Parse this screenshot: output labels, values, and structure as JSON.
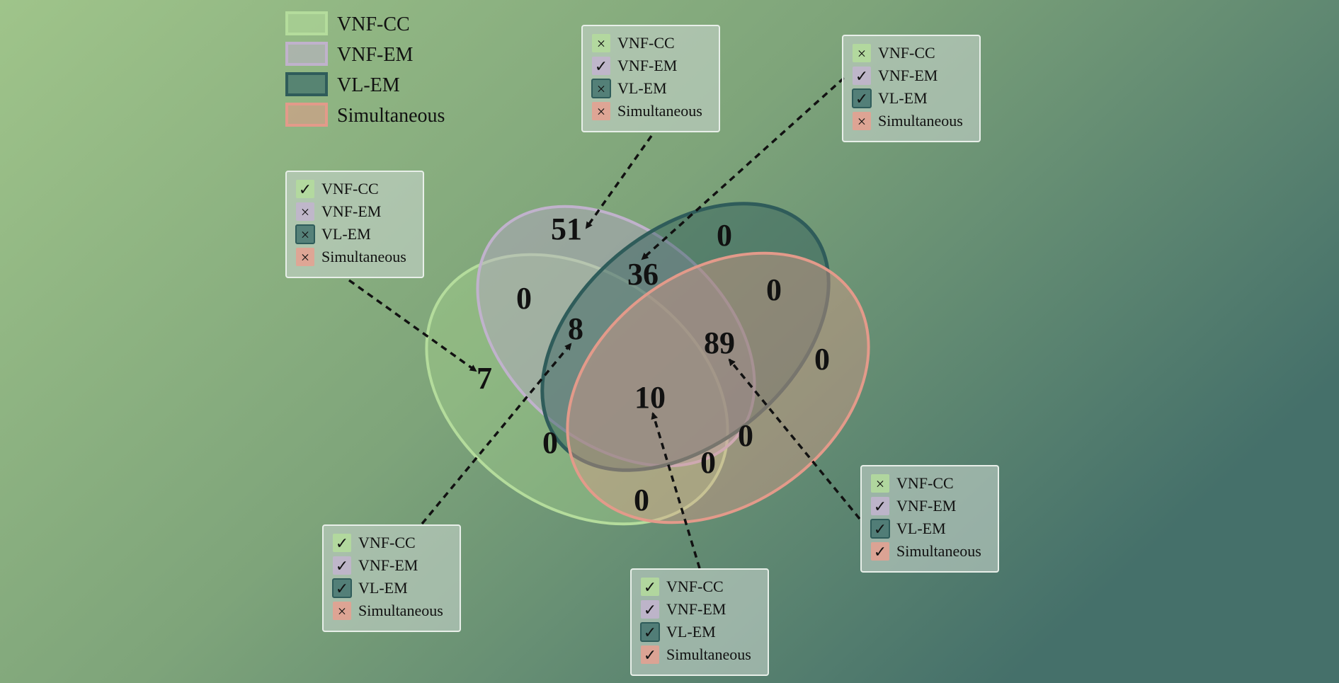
{
  "colors": {
    "bg_start": "#9fc48a",
    "bg_mid": "#7ea47a",
    "bg_end": "#45706a",
    "vnf_cc": "#a8d58f",
    "vnf_em": "#b8a8c8",
    "vl_em": "#2f5c5a",
    "simultaneous": "#e39a8a",
    "box_fill": "#b3c4bb",
    "box_border": "#e8efe9"
  },
  "legend": [
    {
      "key": "vnf_cc",
      "label": "VNF-CC"
    },
    {
      "key": "vnf_em",
      "label": "VNF-EM"
    },
    {
      "key": "vl_em",
      "label": "VL-EM"
    },
    {
      "key": "simultaneous",
      "label": "Simultaneous"
    }
  ],
  "regions": [
    {
      "id": "em-only",
      "value": "51"
    },
    {
      "id": "em-vl",
      "value": "36"
    },
    {
      "id": "vl-only",
      "value": "0"
    },
    {
      "id": "cc-em",
      "value": "0"
    },
    {
      "id": "vl-sim",
      "value": "0"
    },
    {
      "id": "cc-em-vl",
      "value": "8"
    },
    {
      "id": "em-vl-sim",
      "value": "89"
    },
    {
      "id": "sim-only",
      "value": "0"
    },
    {
      "id": "cc-only",
      "value": "7"
    },
    {
      "id": "all-four",
      "value": "10"
    },
    {
      "id": "cc-vl",
      "value": "0"
    },
    {
      "id": "em-sim",
      "value": "0"
    },
    {
      "id": "cc-em-sim",
      "value": "0"
    },
    {
      "id": "cc-sim",
      "value": "0"
    }
  ],
  "callouts": [
    {
      "id": "top-center",
      "rows": [
        {
          "label": "VNF-CC",
          "mark": "×",
          "key": "vnf_cc"
        },
        {
          "label": "VNF-EM",
          "mark": "✓",
          "key": "vnf_em"
        },
        {
          "label": "VL-EM",
          "mark": "×",
          "key": "vl_em"
        },
        {
          "label": "Simultaneous",
          "mark": "×",
          "key": "simultaneous"
        }
      ]
    },
    {
      "id": "top-right",
      "rows": [
        {
          "label": "VNF-CC",
          "mark": "×",
          "key": "vnf_cc"
        },
        {
          "label": "VNF-EM",
          "mark": "✓",
          "key": "vnf_em"
        },
        {
          "label": "VL-EM",
          "mark": "✓",
          "key": "vl_em"
        },
        {
          "label": "Simultaneous",
          "mark": "×",
          "key": "simultaneous"
        }
      ]
    },
    {
      "id": "left",
      "rows": [
        {
          "label": "VNF-CC",
          "mark": "✓",
          "key": "vnf_cc"
        },
        {
          "label": "VNF-EM",
          "mark": "×",
          "key": "vnf_em"
        },
        {
          "label": "VL-EM",
          "mark": "×",
          "key": "vl_em"
        },
        {
          "label": "Simultaneous",
          "mark": "×",
          "key": "simultaneous"
        }
      ]
    },
    {
      "id": "bottom-left",
      "rows": [
        {
          "label": "VNF-CC",
          "mark": "✓",
          "key": "vnf_cc"
        },
        {
          "label": "VNF-EM",
          "mark": "✓",
          "key": "vnf_em"
        },
        {
          "label": "VL-EM",
          "mark": "✓",
          "key": "vl_em"
        },
        {
          "label": "Simultaneous",
          "mark": "×",
          "key": "simultaneous"
        }
      ]
    },
    {
      "id": "bottom-center",
      "rows": [
        {
          "label": "VNF-CC",
          "mark": "✓",
          "key": "vnf_cc"
        },
        {
          "label": "VNF-EM",
          "mark": "✓",
          "key": "vnf_em"
        },
        {
          "label": "VL-EM",
          "mark": "✓",
          "key": "vl_em"
        },
        {
          "label": "Simultaneous",
          "mark": "✓",
          "key": "simultaneous"
        }
      ]
    },
    {
      "id": "bottom-right",
      "rows": [
        {
          "label": "VNF-CC",
          "mark": "×",
          "key": "vnf_cc"
        },
        {
          "label": "VNF-EM",
          "mark": "✓",
          "key": "vnf_em"
        },
        {
          "label": "VL-EM",
          "mark": "✓",
          "key": "vl_em"
        },
        {
          "label": "Simultaneous",
          "mark": "✓",
          "key": "simultaneous"
        }
      ]
    }
  ]
}
